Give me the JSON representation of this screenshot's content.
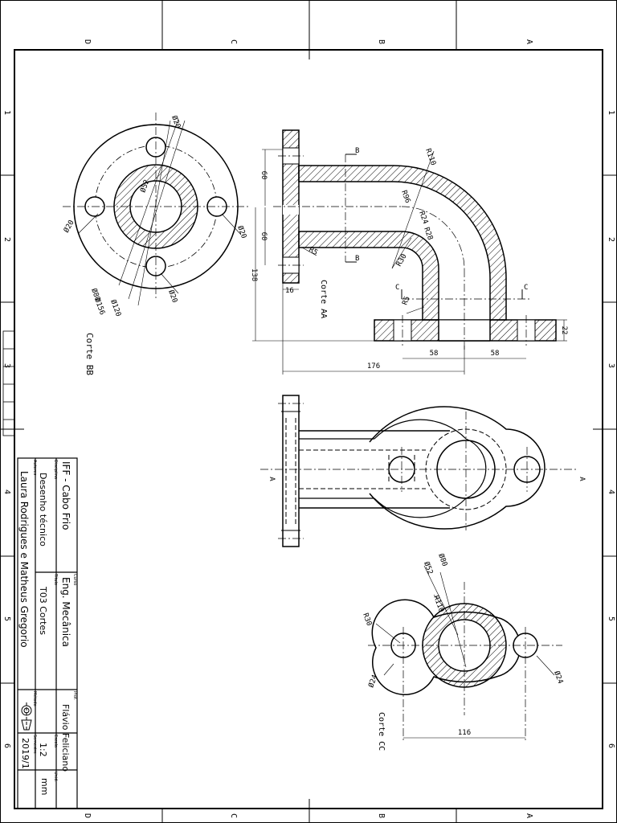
{
  "zones": {
    "letters": [
      "D",
      "C",
      "B",
      "A"
    ],
    "numbers": [
      "1",
      "2",
      "3",
      "4",
      "5",
      "6"
    ]
  },
  "views": {
    "corte_bb": {
      "label": "Corte BB",
      "dims": [
        "Ø20",
        "Ø20",
        "Ø20",
        "Ø20",
        "Ø20",
        "Ø52",
        "Ø80",
        "Ø156",
        "Ø120"
      ]
    },
    "corte_aa": {
      "label": "Corte AA",
      "dims": [
        "60",
        "60",
        "138",
        "16",
        "R5",
        "R110",
        "R96",
        "R24",
        "R28",
        "R30",
        "R5",
        "176",
        "58",
        "58",
        "22"
      ],
      "section_marks": [
        "B",
        "B",
        "C",
        "C"
      ]
    },
    "top": {
      "section_marks": [
        "A",
        "A"
      ]
    },
    "corte_cc": {
      "label": "Corte CC",
      "dims": [
        "Ø80",
        "Ø52",
        "R110",
        "R30",
        "Ø24",
        "Ø24",
        "116"
      ]
    }
  },
  "title_block": {
    "institution": "IFF - Cabo Frio",
    "course_label": "Curso",
    "course": "Eng. Mecânica",
    "professor_label": "Prof.",
    "professor": "Flávio Feliciano",
    "subject_label": "Disciplina",
    "subject": "Desenho técnico",
    "title_label": "Título",
    "title": "T03 Cortes",
    "scale_label": "Escala",
    "scale": "1:2",
    "authors_label": "Autores",
    "authors": "Laura Rodrigues e Matheus Gregorio",
    "method_label": "Método",
    "date_label": "Semestre",
    "date": "2019/1",
    "unit_label": "Unid.",
    "unit": "mm"
  }
}
